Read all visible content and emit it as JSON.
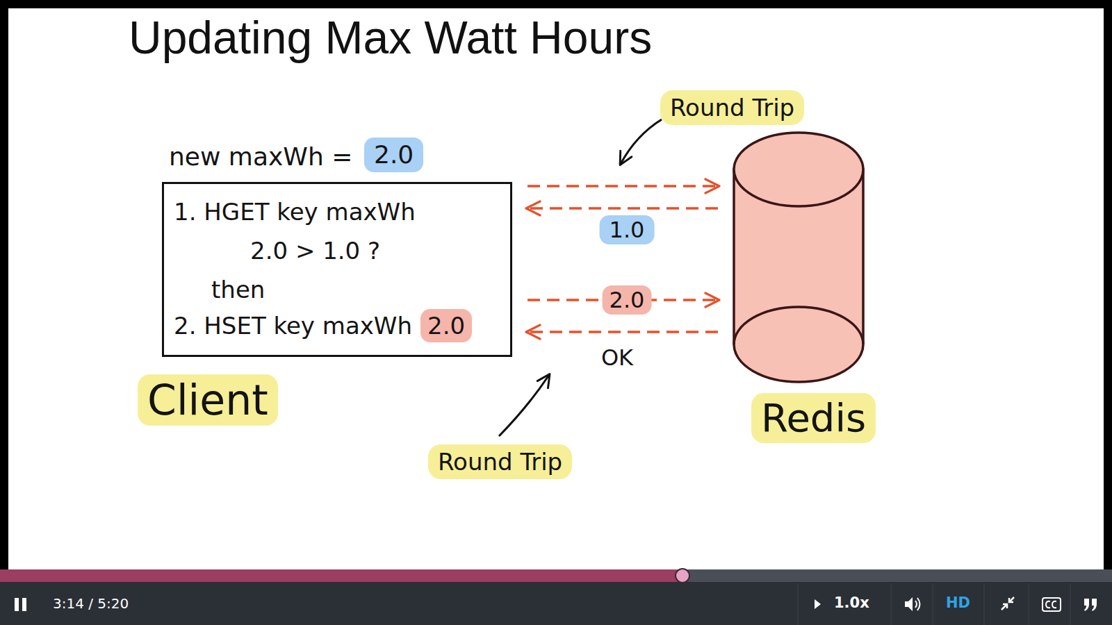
{
  "diagram": {
    "title": "Updating Max Watt Hours",
    "nodes": [
      {
        "text": [
          "1. HGET key maxWh",
          "2.0 > 1.0 ?",
          "then",
          "2. HSET key maxWh",
          "2.0",
          "Client"
        ]
      },
      {
        "text": [
          "Redis"
        ]
      }
    ],
    "edges": [
      {
        "from": 0,
        "to": 1,
        "arrow": "to"
      },
      {
        "from": 1,
        "to": 0,
        "arrow": "to",
        "label": "1.0"
      },
      {
        "from": 0,
        "to": 1,
        "arrow": "to",
        "label": "2.0"
      },
      {
        "from": 1,
        "to": 0,
        "arrow": "to",
        "label": "OK"
      }
    ],
    "labels": [
      "new maxWh =",
      "2.0",
      "Round Trip",
      "Round Trip",
      "3:14 / 5:20",
      "1.0x",
      "HD"
    ]
  }
}
